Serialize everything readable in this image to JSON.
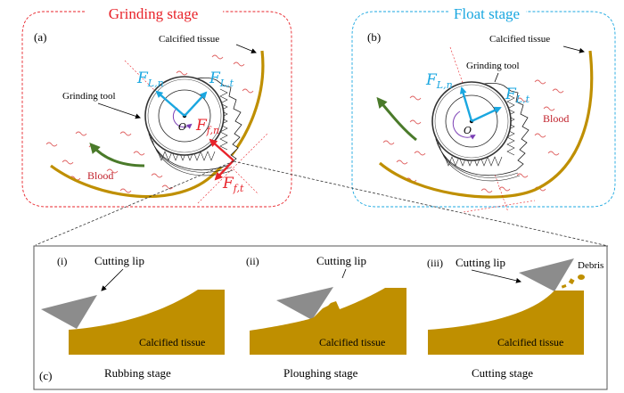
{
  "colors": {
    "grinding_frame": "#e8232a",
    "float_frame": "#1aa7e0",
    "tissue": "#bf8f00",
    "blood_wave": "#e06666",
    "blood_label": "#c0202a",
    "force_blue": "#1aa7e0",
    "force_red": "#e8232a",
    "flow_arrow": "#4a7a2a",
    "rotation": "#7b3fb5",
    "cutting_lip": "#8c8c8c",
    "tissue_block": "#bf8f00"
  },
  "panel_a": {
    "stage_title": "Grinding stage",
    "label": "(a)",
    "calcified_tissue": "Calcified tissue",
    "grinding_tool": "Grinding tool",
    "blood": "Blood",
    "center": "O",
    "forces": {
      "fln_main": "F",
      "fln_sub": "L,n",
      "flt_main": "F",
      "flt_sub": "L,t",
      "ffn_main": "F",
      "ffn_sub": "f,n",
      "fft_main": "F",
      "fft_sub": "f,t"
    }
  },
  "panel_b": {
    "stage_title": "Float stage",
    "label": "(b)",
    "calcified_tissue": "Calcified tissue",
    "grinding_tool": "Grinding tool",
    "blood": "Blood",
    "center": "O",
    "forces": {
      "fln_main": "F",
      "fln_sub": "L,n",
      "flt_main": "F",
      "flt_sub": "L,t"
    }
  },
  "panel_c": {
    "label": "(c)",
    "subpanels": [
      {
        "label": "(i)",
        "lip": "Cutting lip",
        "tissue": "Calcified tissue",
        "caption": "Rubbing stage"
      },
      {
        "label": "(ii)",
        "lip": "Cutting lip",
        "tissue": "Calcified tissue",
        "caption": "Ploughing stage"
      },
      {
        "label": "(iii)",
        "lip": "Cutting lip",
        "tissue": "Calcified tissue",
        "caption": "Cutting stage",
        "debris": "Debris"
      }
    ]
  }
}
